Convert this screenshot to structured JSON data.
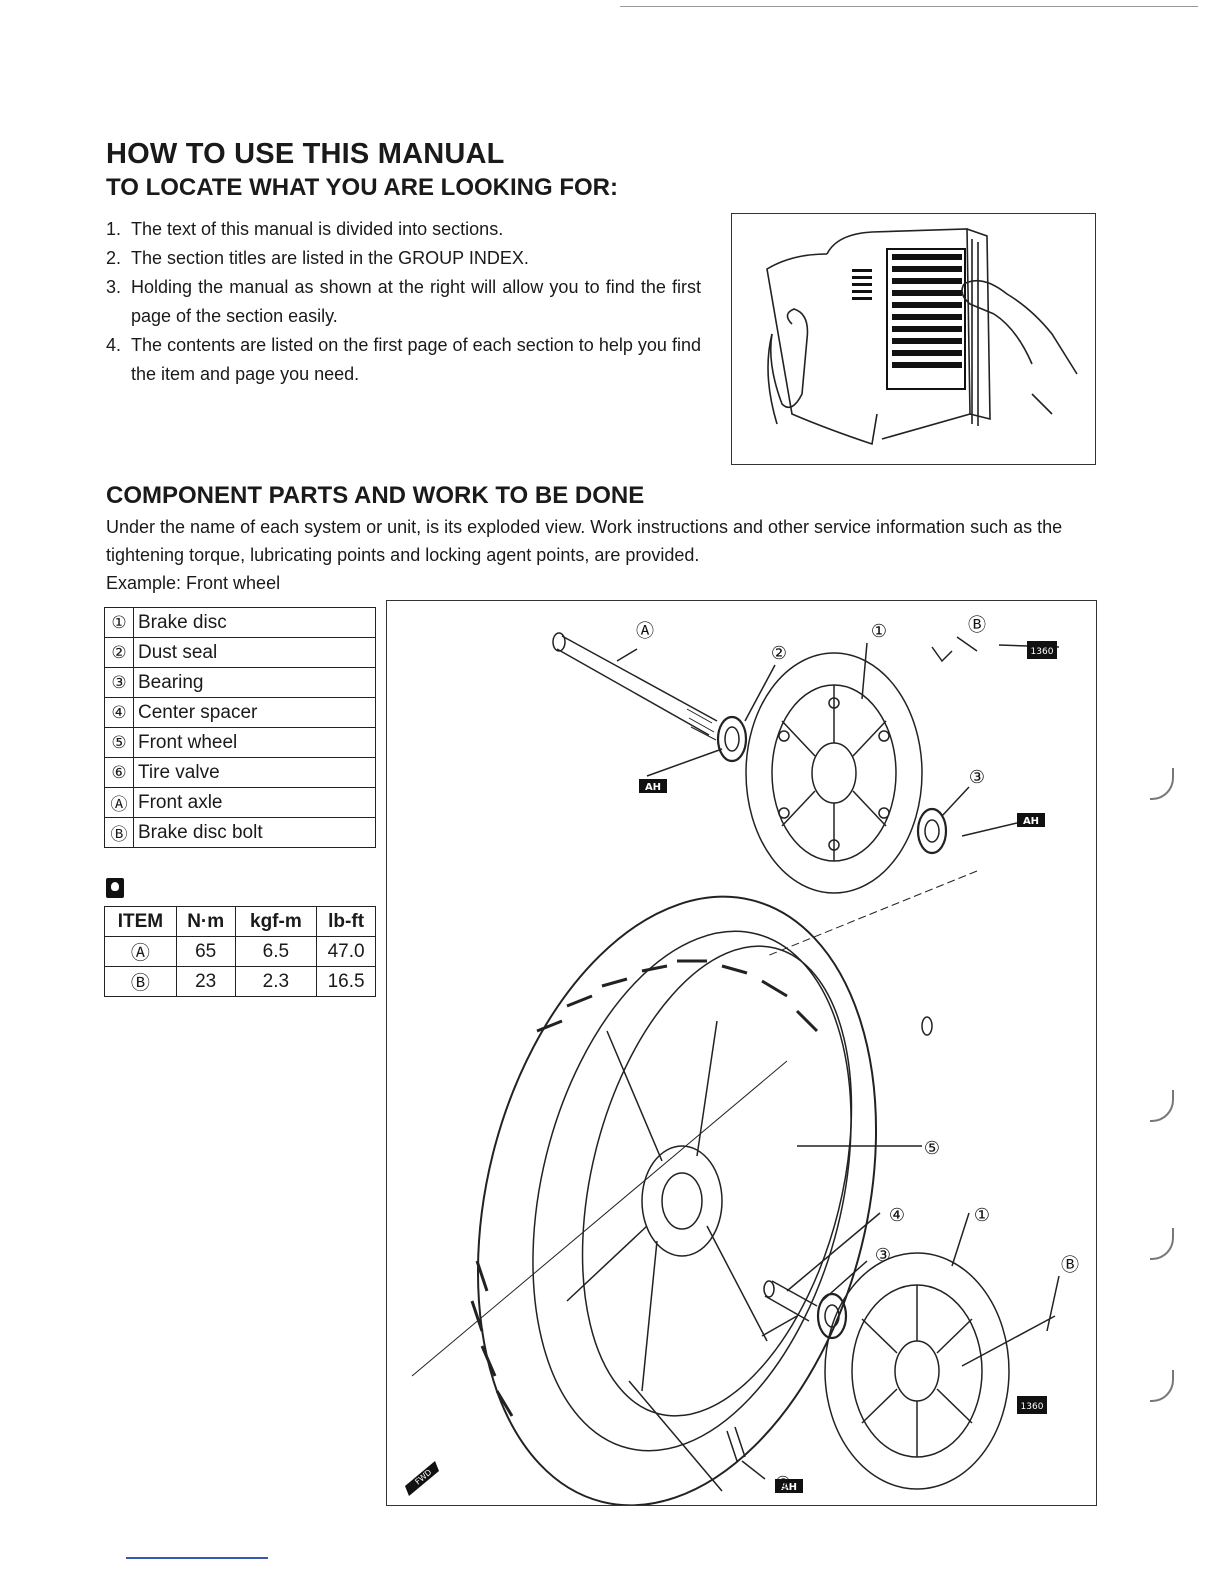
{
  "page": {
    "title": "HOW TO USE THIS MANUAL",
    "subtitle": "TO LOCATE WHAT YOU ARE LOOKING FOR:"
  },
  "steps": [
    {
      "num": "1.",
      "text": "The text of this manual is divided into sections."
    },
    {
      "num": "2.",
      "text": "The section titles are listed in the GROUP INDEX."
    },
    {
      "num": "3.",
      "text": "Holding the manual as shown at the right will allow you to find the first page of the section easily."
    },
    {
      "num": "4.",
      "text": "The contents are listed on the first page of each section to help you find the item and page you need."
    }
  ],
  "component_section": {
    "heading": "COMPONENT PARTS AND WORK TO BE DONE",
    "description": "Under the name of each system or unit, is its exploded view. Work instructions and other service information such as the tightening torque, lubricating points and locking agent points, are provided.",
    "example": "Example: Front wheel"
  },
  "parts": [
    {
      "symbol": "①",
      "name": "Brake disc"
    },
    {
      "symbol": "②",
      "name": "Dust seal"
    },
    {
      "symbol": "③",
      "name": "Bearing"
    },
    {
      "symbol": "④",
      "name": "Center spacer"
    },
    {
      "symbol": "⑤",
      "name": "Front wheel"
    },
    {
      "symbol": "⑥",
      "name": "Tire valve"
    },
    {
      "symbol": "Ⓐ",
      "name": "Front axle"
    },
    {
      "symbol": "Ⓑ",
      "name": "Brake disc bolt"
    }
  ],
  "torque_table": {
    "icon": "torque-wrench-icon",
    "headers": [
      "ITEM",
      "N·m",
      "kgf-m",
      "lb-ft"
    ],
    "rows": [
      [
        "Ⓐ",
        "65",
        "6.5",
        "47.0"
      ],
      [
        "Ⓑ",
        "23",
        "2.3",
        "16.5"
      ]
    ]
  },
  "diagram": {
    "callouts": {
      "c1_top": "①",
      "c2": "②",
      "c3_top": "③",
      "cA": "Ⓐ",
      "cB_top": "Ⓑ",
      "c5": "⑤",
      "c4": "④",
      "c3_bot": "③",
      "c1_bot": "①",
      "cB_bot": "Ⓑ",
      "c6": "⑥"
    },
    "grease_label": "AH",
    "lock_label": "1360",
    "fwd_label": "FWD"
  }
}
